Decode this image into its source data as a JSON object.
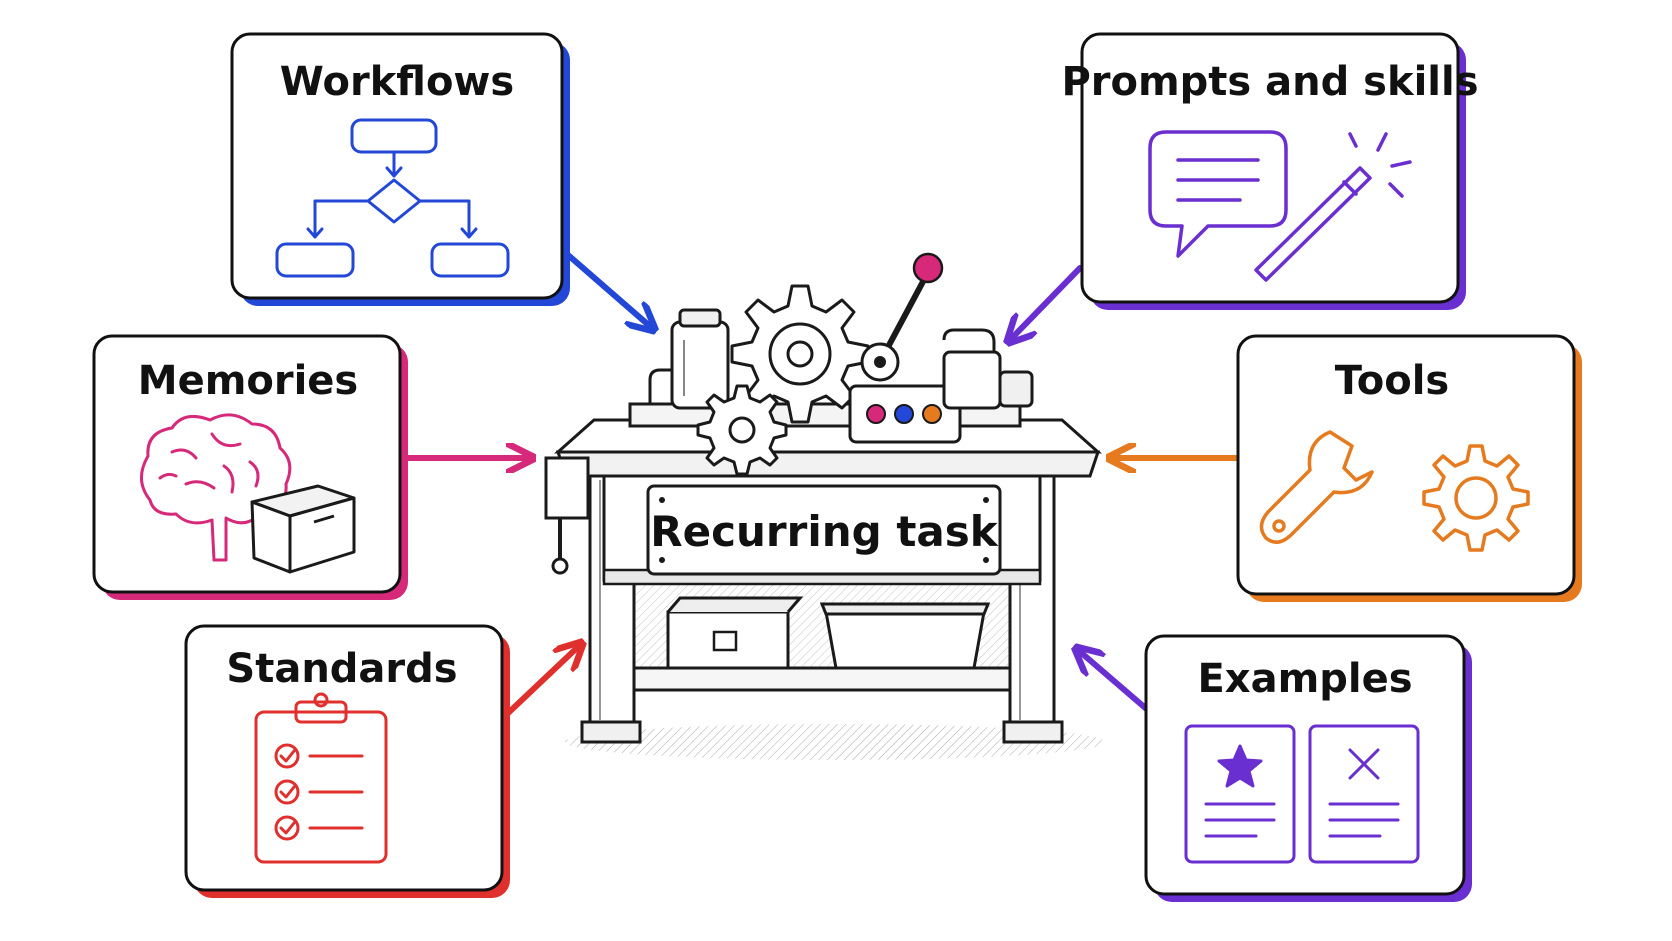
{
  "center": {
    "label": "Recurring task"
  },
  "cards": {
    "workflows": {
      "label": "Workflows",
      "color": "#2347d6",
      "icon": "flowchart-icon"
    },
    "prompts": {
      "label": "Prompts and skills",
      "color": "#6a2fd0",
      "icon": "chat-bubble-wand-icon"
    },
    "memories": {
      "label": "Memories",
      "color": "#d6297a",
      "icon": "brain-box-icon"
    },
    "tools": {
      "label": "Tools",
      "color": "#e57a1f",
      "icon": "wrench-gear-icon"
    },
    "standards": {
      "label": "Standards",
      "color": "#e0302e",
      "icon": "checklist-clipboard-icon"
    },
    "examples": {
      "label": "Examples",
      "color": "#6a2fd0",
      "icon": "good-bad-example-icon"
    }
  },
  "workbench": {
    "icon": "workbench-machine-icon",
    "button_colors": [
      "#d6297a",
      "#2347d6",
      "#e57a1f"
    ],
    "lever_color": "#d6297a"
  }
}
